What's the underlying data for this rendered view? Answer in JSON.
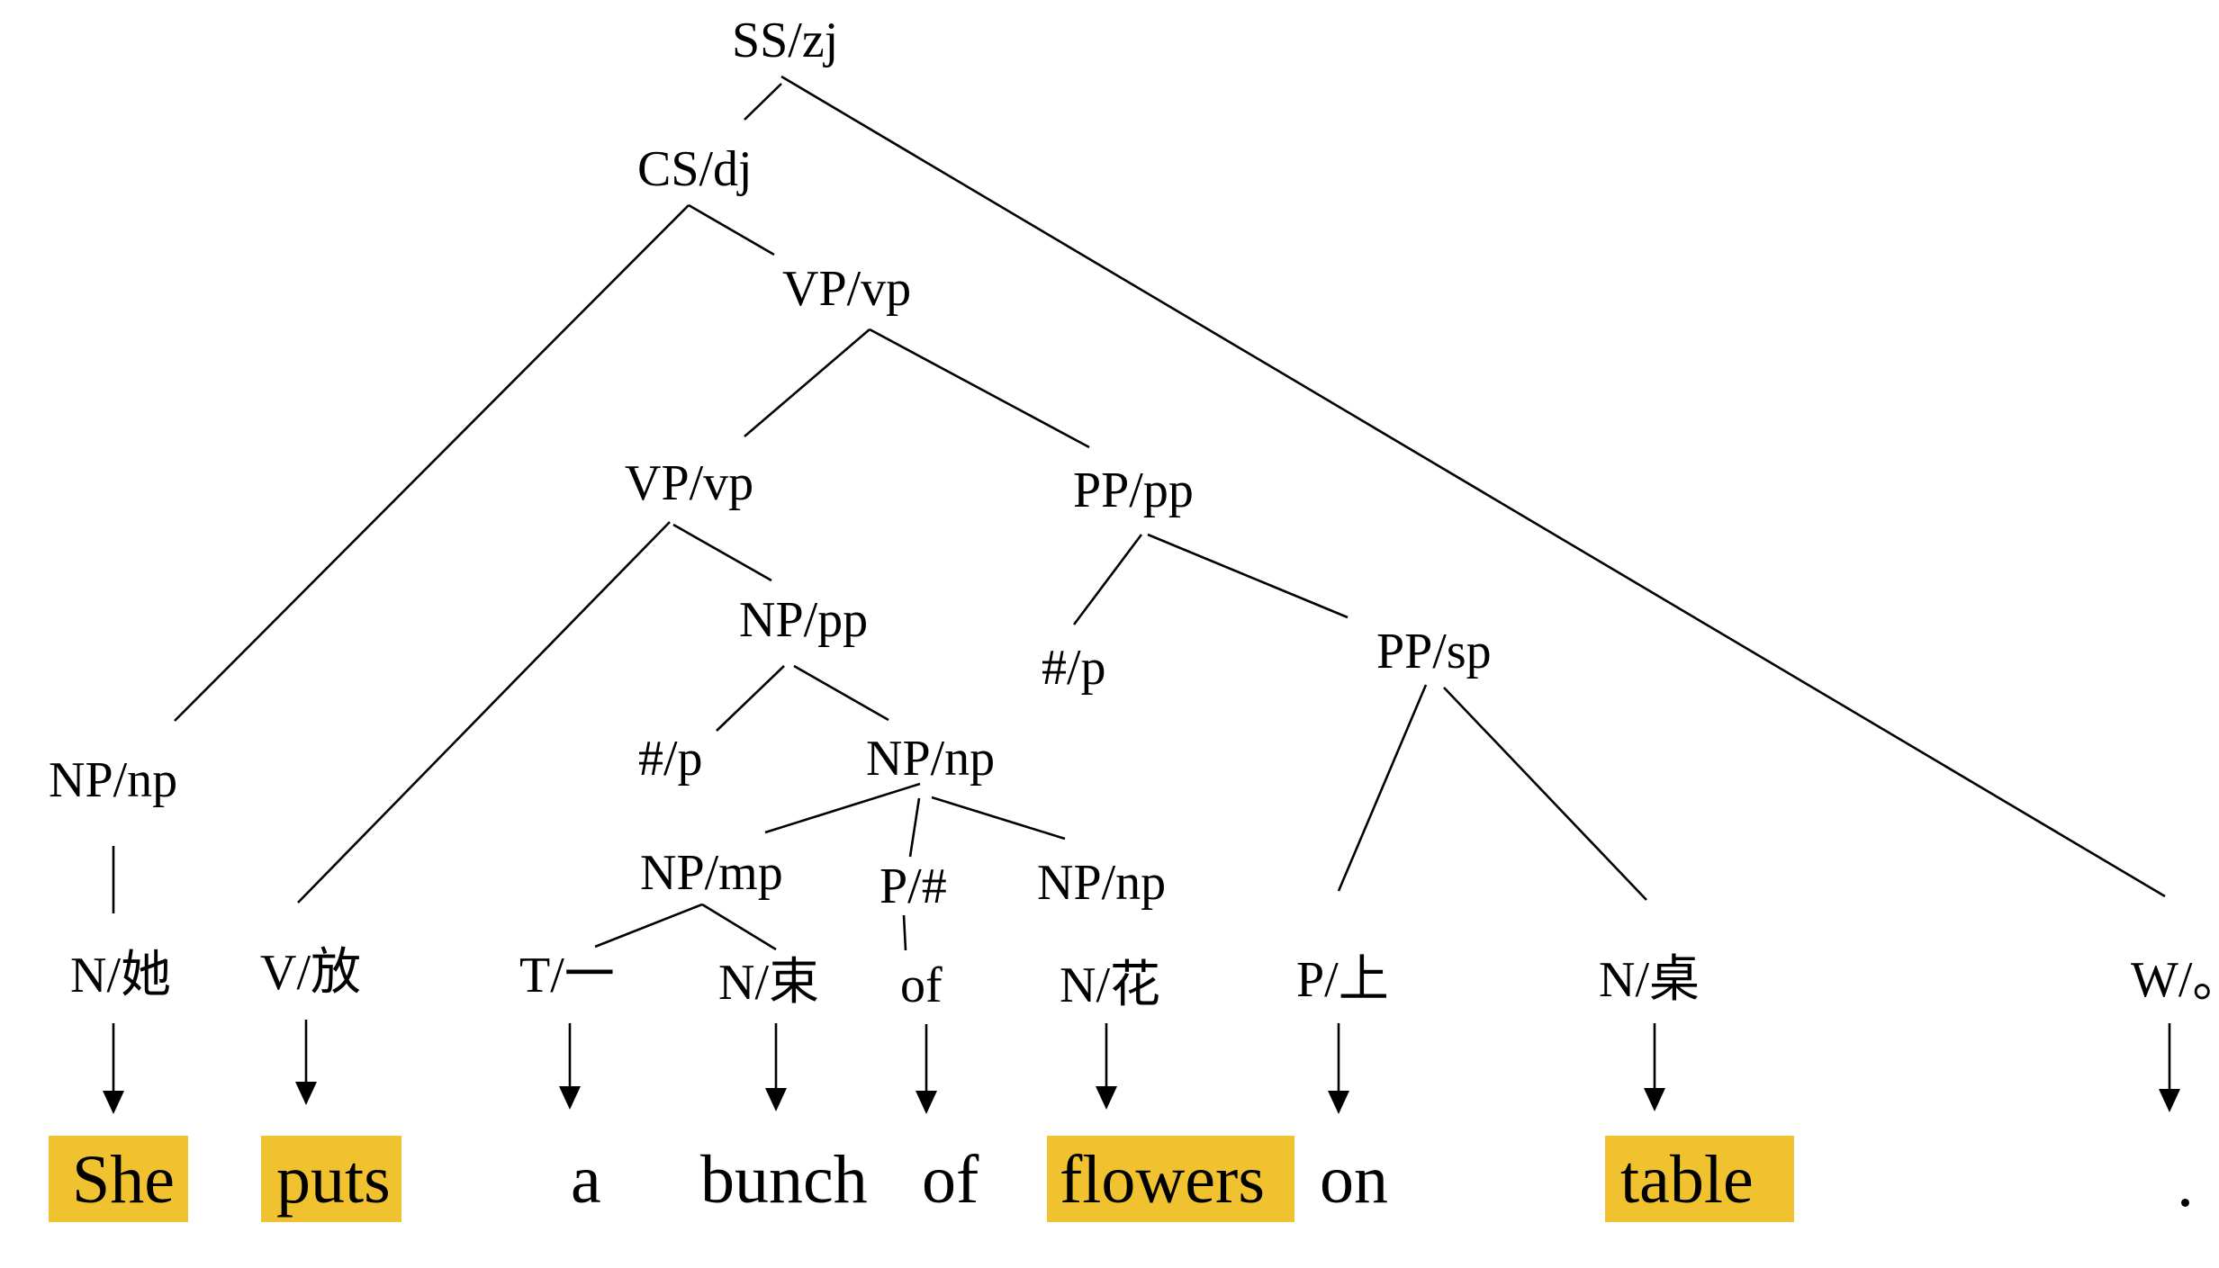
{
  "highlight_color": "#f0c230",
  "nodes": {
    "ss_zj": "SS/zj",
    "cs_dj": "CS/dj",
    "vp_vp_top": "VP/vp",
    "vp_vp_inner": "VP/vp",
    "pp_pp": "PP/pp",
    "np_pp": "NP/pp",
    "hash_p_left": "#/p",
    "hash_p_right": "#/p",
    "pp_sp": "PP/sp",
    "np_np_left": "NP/np",
    "np_np_mid": "NP/np",
    "np_mp": "NP/mp",
    "p_hash": "P/#",
    "np_np_flowers": "NP/np"
  },
  "preterminals": {
    "n_ta": "N/她",
    "v_fang": "V/放",
    "t_yi": "T/一",
    "n_shu": "N/束",
    "of_tag": "of",
    "n_hua": "N/花",
    "p_shang": "P/上",
    "n_zhuo": "N/桌",
    "w_period": "W/。"
  },
  "words": {
    "she": "She",
    "puts": "puts",
    "a": "a",
    "bunch": "bunch",
    "of": "of",
    "flowers": "flowers",
    "on": "on",
    "table": "table",
    "period": "."
  },
  "highlighted_words": [
    "she",
    "puts",
    "flowers",
    "table"
  ]
}
